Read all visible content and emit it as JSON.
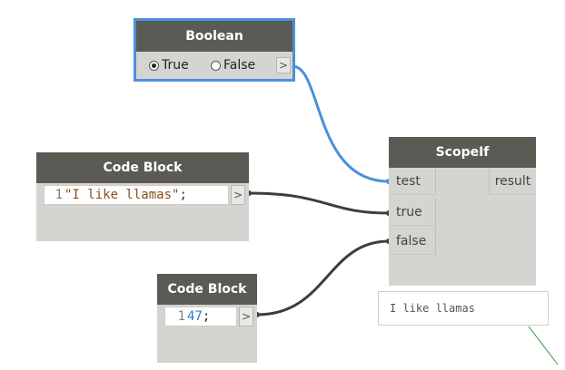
{
  "boolean_node": {
    "title": "Boolean",
    "options": [
      "True",
      "False"
    ],
    "selected": "True",
    "output_port": ">"
  },
  "code_block_1": {
    "title": "Code Block",
    "line_number": "1",
    "code_string": "\"I like llamas\"",
    "code_end": ";",
    "output_port": ">"
  },
  "code_block_2": {
    "title": "Code Block",
    "line_number": "1",
    "code_number": "47",
    "code_end": ";",
    "output_port": ">"
  },
  "scopeif_node": {
    "title": "ScopeIf",
    "inputs": [
      "test",
      "true",
      "false"
    ],
    "output": "result"
  },
  "preview": {
    "text": "I like llamas"
  },
  "colors": {
    "selected_outline": "#4a90d9",
    "wire_active": "#4a90d9",
    "wire_default": "#3d3d3d",
    "node_header": "#5b5a55",
    "node_body": "#d6d4d0"
  }
}
